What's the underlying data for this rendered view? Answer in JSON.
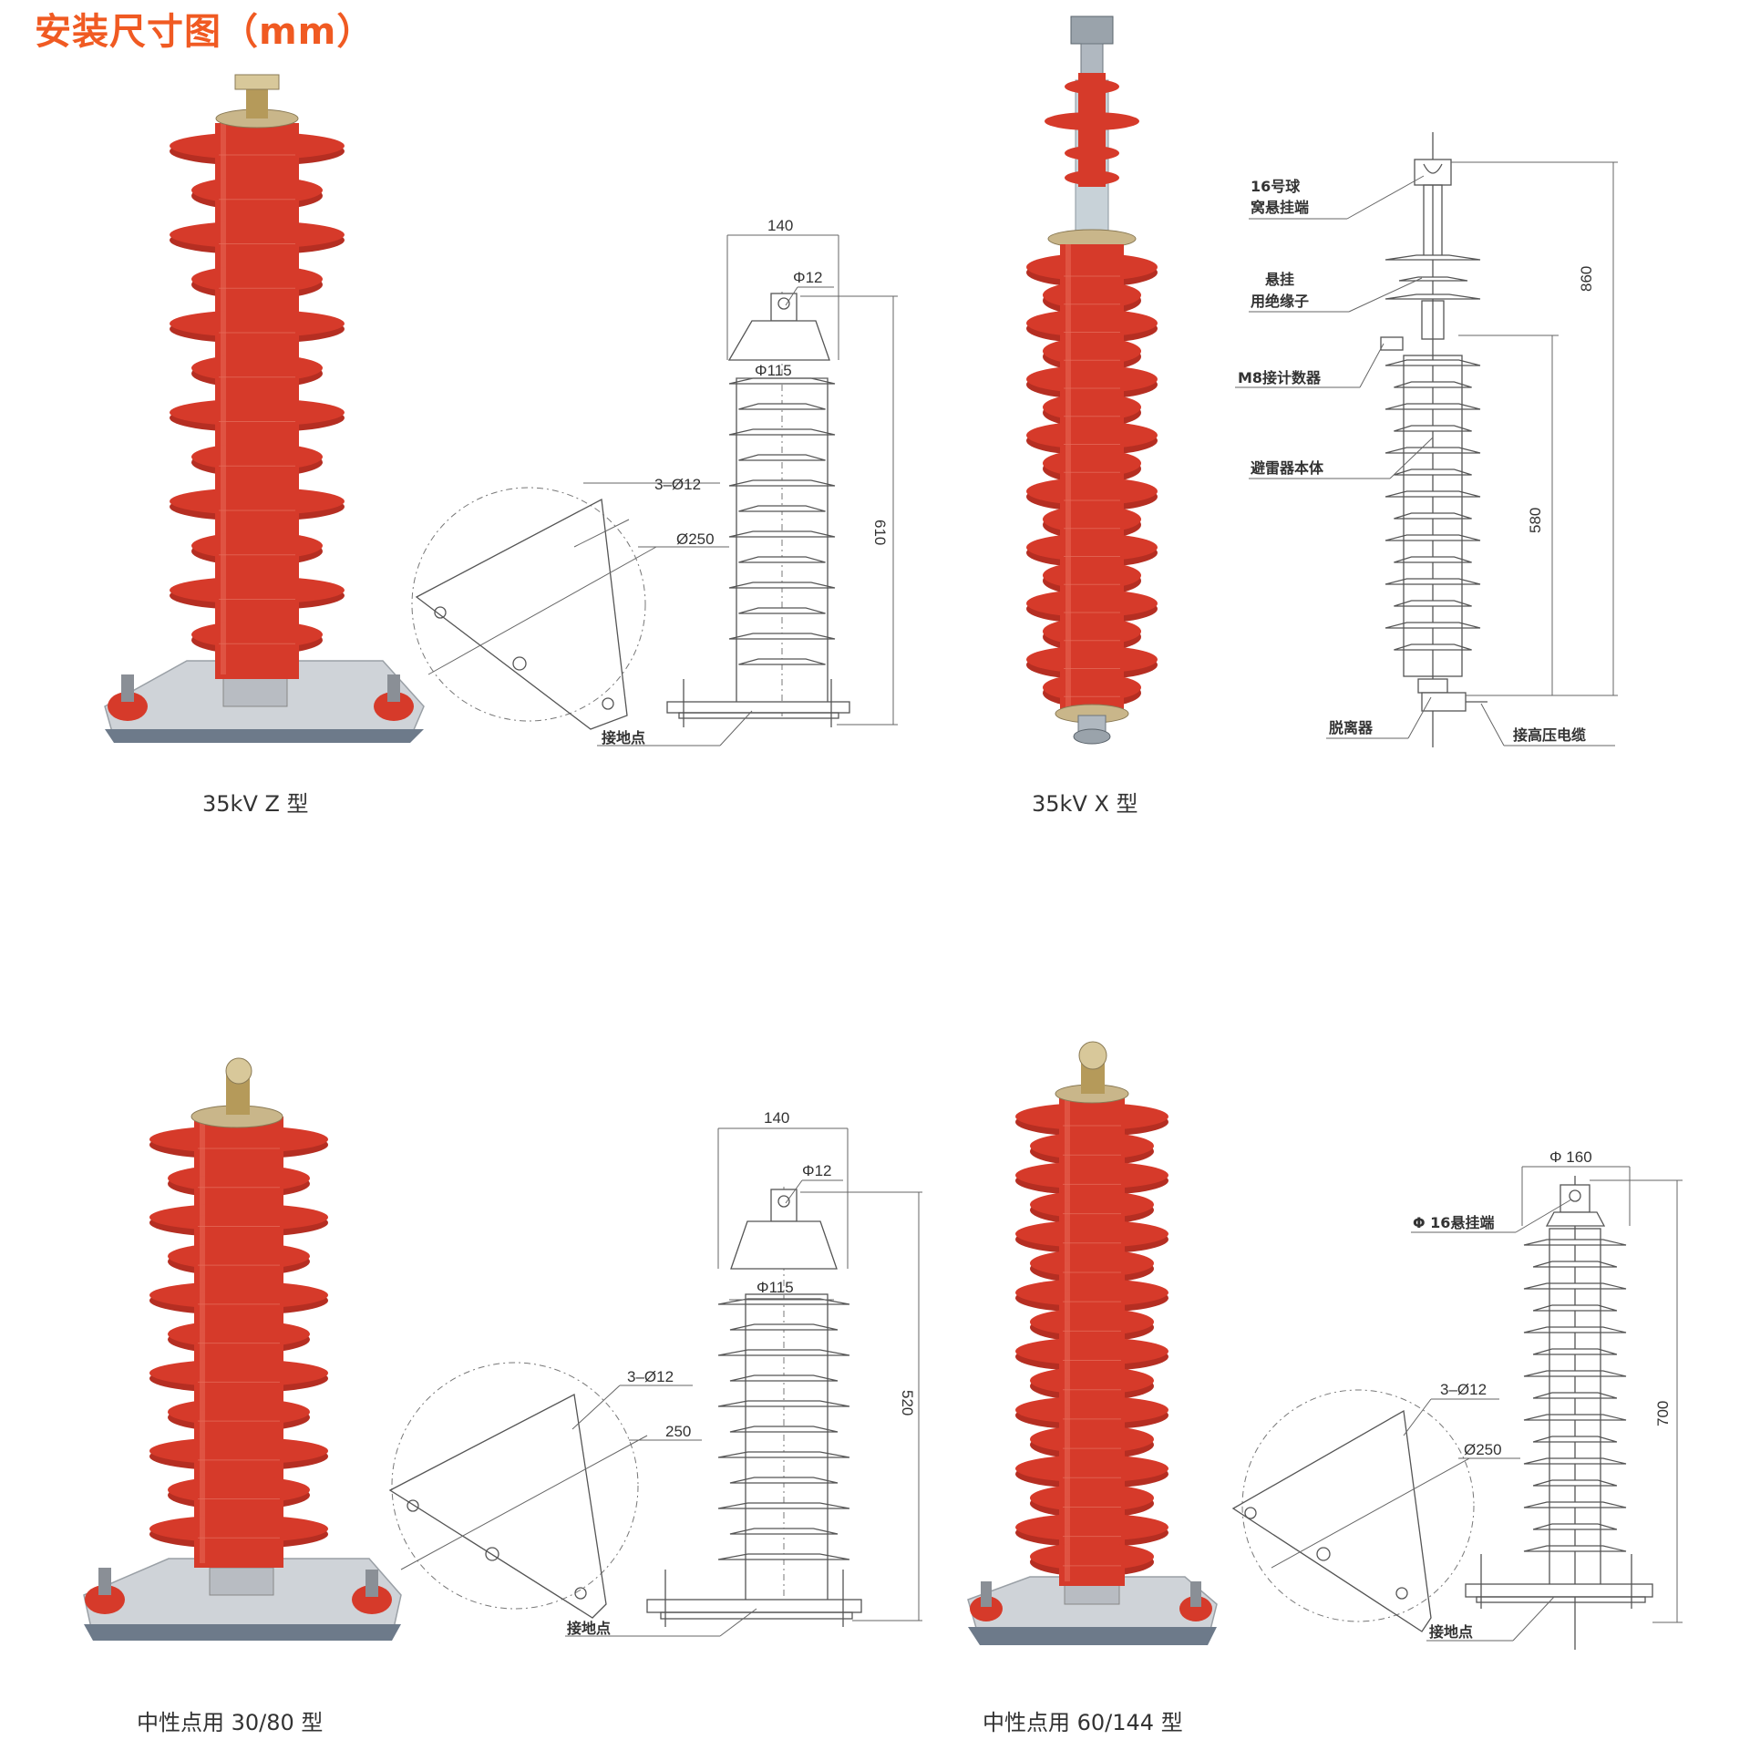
{
  "page": {
    "title": "安装尺寸图（mm）",
    "accent_color": "#f05a22",
    "arrester_red": "#d63a2a",
    "fitting_color": "#c9b68a"
  },
  "panels": {
    "z35": {
      "caption": "35kV  Z 型",
      "dims": {
        "width_top": "140",
        "hole_top": "Φ12",
        "body_dia": "Φ115",
        "height": "610",
        "base_holes": "3–Ø12",
        "base_circle": "Ø250"
      },
      "labels": {
        "ground": "接地点"
      }
    },
    "x35": {
      "caption": "35kV  X 型",
      "dims": {
        "total_height": "860",
        "body_height": "580"
      },
      "labels": {
        "ball_eye_l1": "16号球",
        "ball_eye_l2": "窝悬挂端",
        "insulator_l1": "悬挂",
        "insulator_l2": "用绝缘子",
        "counter": "M8接计数器",
        "body": "避雷器本体",
        "disconnector": "脱离器",
        "hv_cable": "接高压电缆"
      }
    },
    "n3080": {
      "caption": "中性点用 30/80 型",
      "dims": {
        "width_top": "140",
        "hole_top": "Φ12",
        "body_dia": "Φ115",
        "height": "520",
        "base_holes": "3–Ø12",
        "base_circle": "250"
      },
      "labels": {
        "ground": "接地点"
      }
    },
    "n60144": {
      "caption": "中性点用 60/144 型",
      "dims": {
        "width_top": "Φ 160",
        "height": "700",
        "base_holes": "3–Ø12",
        "base_circle": "Ø250"
      },
      "labels": {
        "hanging": "Φ 16悬挂端",
        "ground": "接地点"
      }
    }
  }
}
